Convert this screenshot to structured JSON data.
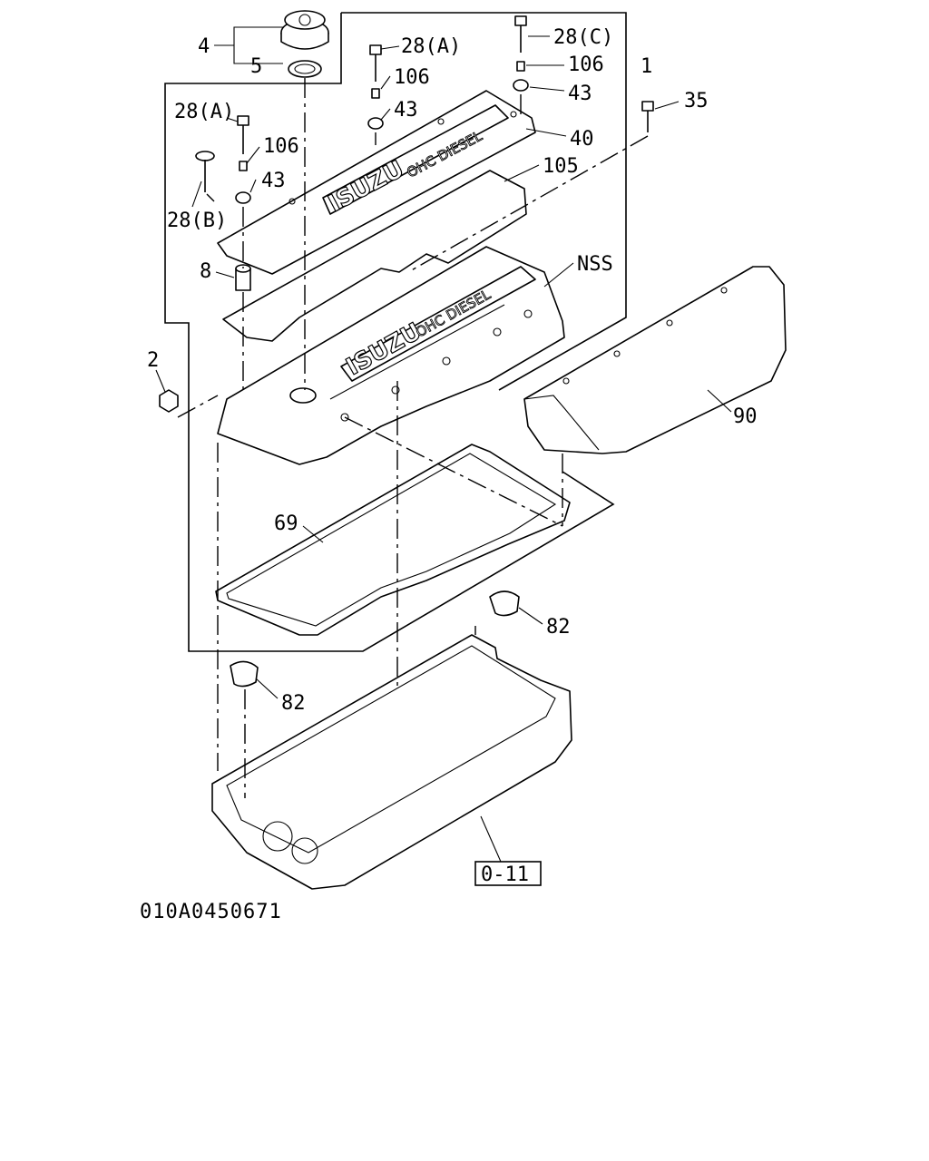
{
  "drawing_number": "010A0450671",
  "labels": {
    "l4": "4",
    "l5": "5",
    "l28a_top": "28(A)",
    "l106_top": "106",
    "l43_top": "43",
    "l28c": "28(C)",
    "l106_right": "106",
    "l43_right": "43",
    "l1": "1",
    "l35": "35",
    "l28a_left": "28(A)",
    "l106_left": "106",
    "l43_left": "43",
    "l40": "40",
    "l105": "105",
    "l28b": "28(B)",
    "l8": "8",
    "lnss": "NSS",
    "l2": "2",
    "l90": "90",
    "l69": "69",
    "l82_right": "82",
    "l82_left": "82",
    "ref": "0-11"
  },
  "cover_brand": {
    "logo": "ISUZU",
    "subtitle": "OHC DIESEL"
  }
}
